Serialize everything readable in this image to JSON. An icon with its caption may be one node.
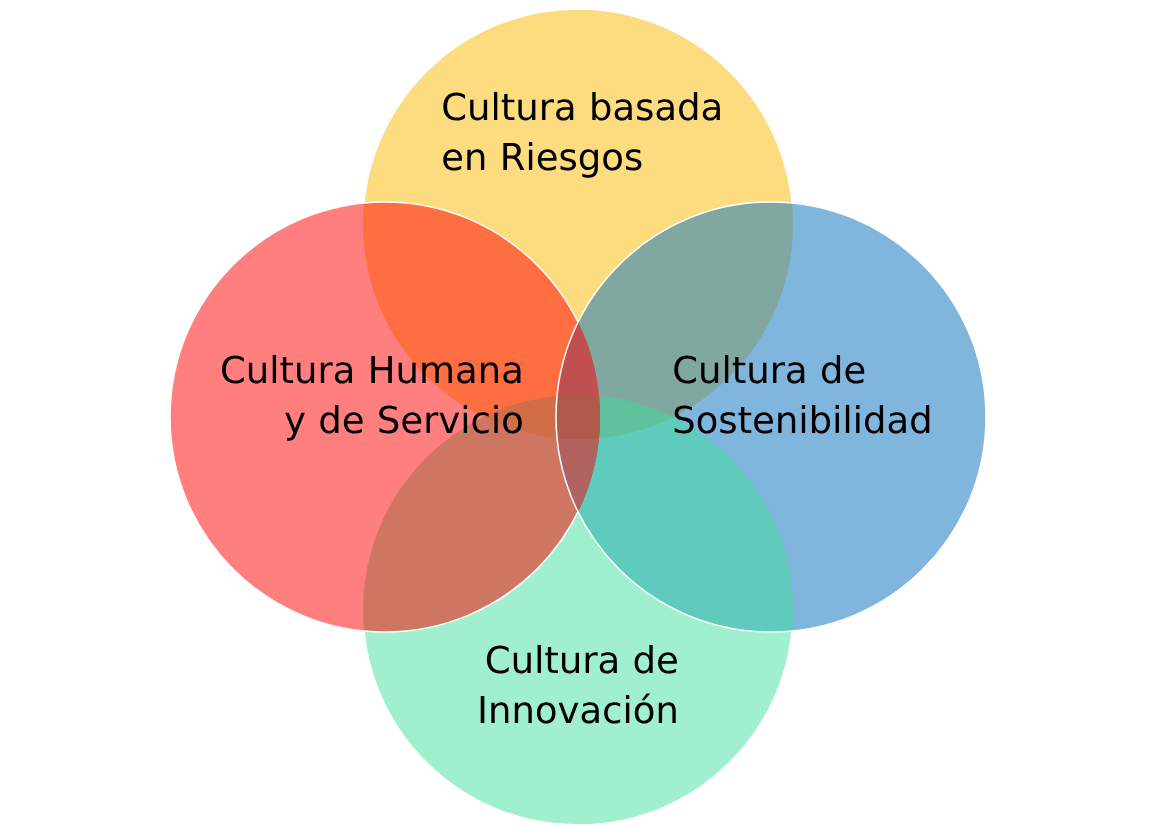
{
  "diagram": {
    "nodes": [
      {
        "text": [
          "Cultura basada en Riesgos"
        ]
      },
      {
        "text": [
          "Cultura Humana y de Servicio"
        ]
      },
      {
        "text": [
          "Cultura de Sostenibilidad"
        ]
      },
      {
        "text": [
          "Cultura de Innovación"
        ]
      }
    ]
  }
}
